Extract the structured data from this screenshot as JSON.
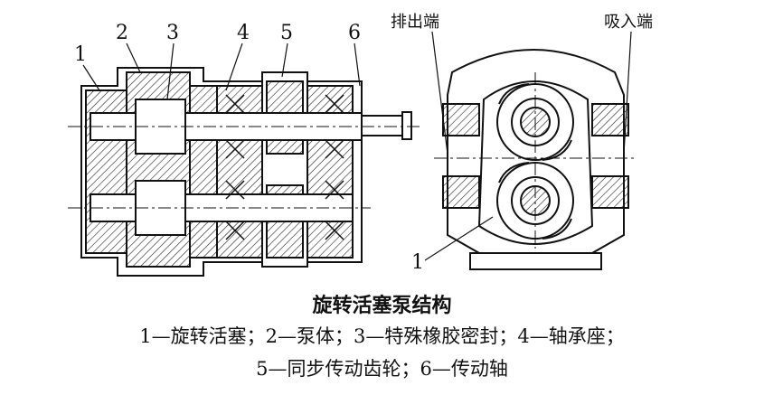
{
  "labels": {
    "n1": "1",
    "n2": "2",
    "n3": "3",
    "n4": "4",
    "n5": "5",
    "n6": "6",
    "n1_right": "1",
    "discharge": "排出端",
    "suction": "吸入端"
  },
  "caption": {
    "title": "旋转活塞泵结构",
    "line1": "1—旋转活塞；2—泵体；3—特殊橡胶密封；4—轴承座；",
    "line2": "5—同步传动齿轮；6—传动轴"
  }
}
